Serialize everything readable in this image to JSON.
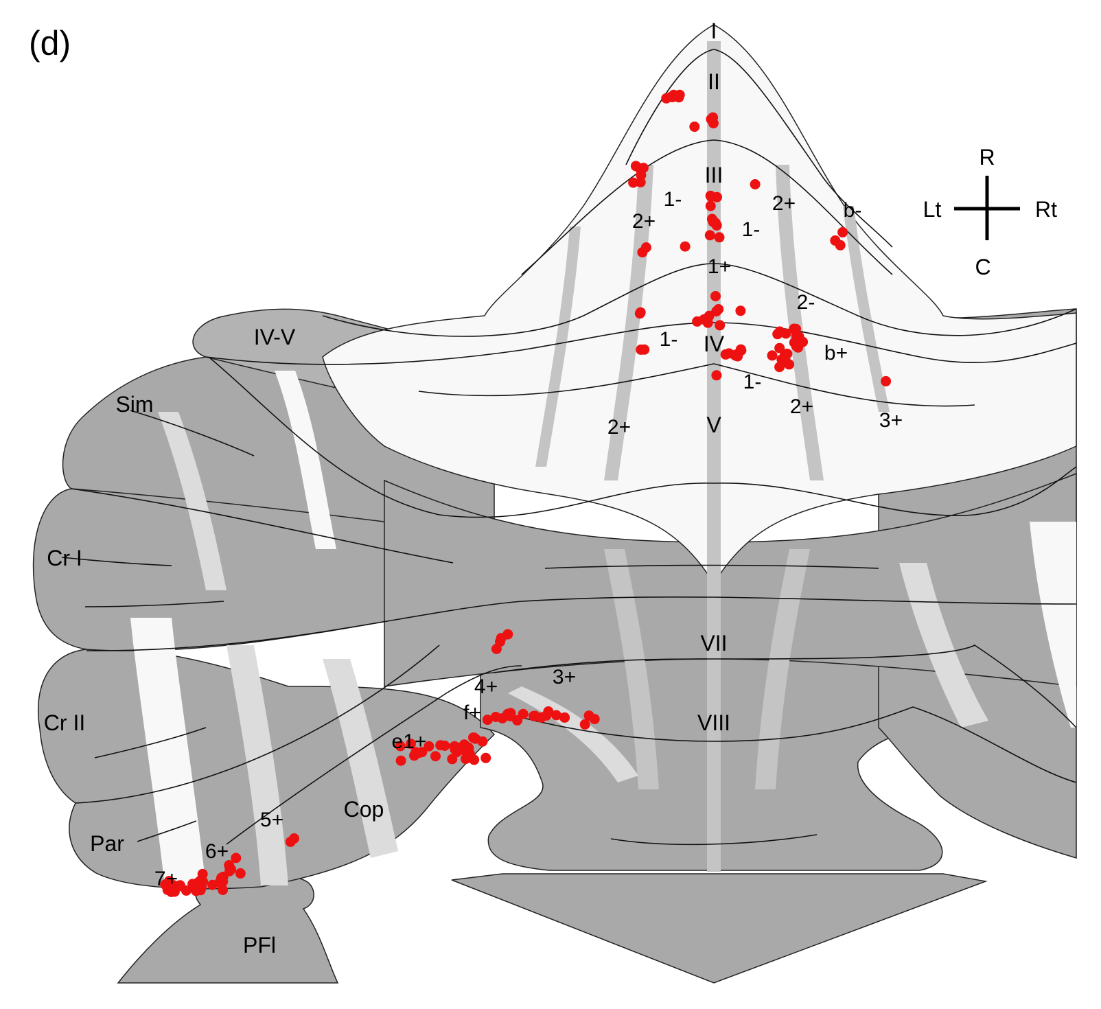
{
  "panel_label": "(d)",
  "orientation": {
    "rostral": "R",
    "caudal": "C",
    "left": "Lt",
    "right": "Rt"
  },
  "lobules": {
    "I": "I",
    "II": "II",
    "III": "III",
    "IV": "IV",
    "V": "V",
    "VII": "VII",
    "VIII": "VIII",
    "IV_V": "IV-V",
    "Sim": "Sim",
    "CrI": "Cr I",
    "CrII": "Cr II",
    "Par": "Par",
    "Cop": "Cop",
    "PFl": "PFl"
  },
  "stripe_labels": {
    "s1": "1-",
    "s2": "2+",
    "s3": "2+",
    "s4": "b-",
    "s5": "1-",
    "s6": "1+",
    "s7": "2-",
    "s8": "1-",
    "s9": "b+",
    "s10": "1-",
    "s11": "2+",
    "s12": "2+",
    "s13": "3+",
    "s14": "3+",
    "s15": "4+",
    "s16": "f+",
    "s17": "e1+",
    "s18": "5+",
    "s19": "6+",
    "s20": "7+"
  },
  "colors": {
    "marker": "#ee1111",
    "dark_zone": "#a9a9a9",
    "mid_zone": "#c4c4c4",
    "light_zone": "#dcdcdc",
    "background_zone": "#f8f8f8"
  },
  "markers": {
    "count": 142
  }
}
